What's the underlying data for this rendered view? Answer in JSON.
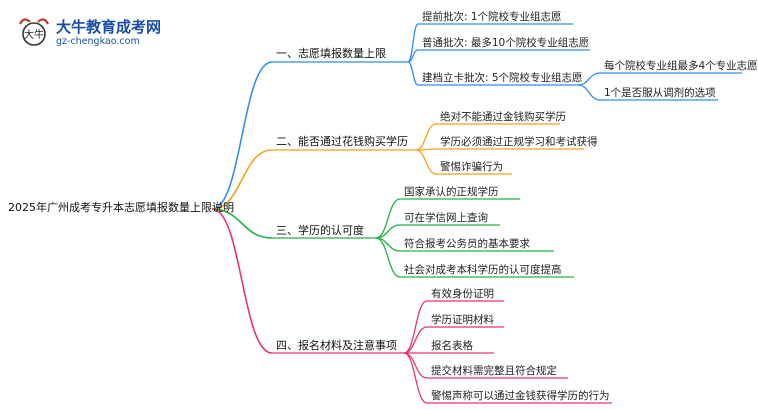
{
  "logo": {
    "title": "大牛教育成考网",
    "url": "gz-chengkao.com",
    "mark": "大牛"
  },
  "root": "2025年广州成考专升本志愿填报数量上限说明",
  "colors": {
    "s1": "#2f8ef0",
    "s2": "#f2a21a",
    "s3": "#25b14a",
    "s4": "#e8346a"
  },
  "sections": [
    {
      "label": "一、志愿填报数量上限",
      "children": [
        {
          "label": "提前批次: 1个院校专业组志愿"
        },
        {
          "label": "普通批次: 最多10个院校专业组志愿"
        },
        {
          "label": "建档立卡批次: 5个院校专业组志愿",
          "children": [
            {
              "label": "每个院校专业组最多4个专业志愿"
            },
            {
              "label": "1个是否服从调剂的选项"
            }
          ]
        }
      ]
    },
    {
      "label": "二、能否通过花钱购买学历",
      "children": [
        {
          "label": "绝对不能通过金钱购买学历"
        },
        {
          "label": "学历必须通过正规学习和考试获得"
        },
        {
          "label": "警惕诈骗行为"
        }
      ]
    },
    {
      "label": "三、学历的认可度",
      "children": [
        {
          "label": "国家承认的正规学历"
        },
        {
          "label": "可在学信网上查询"
        },
        {
          "label": "符合报考公务员的基本要求"
        },
        {
          "label": "社会对成考本科学历的认可度提高"
        }
      ]
    },
    {
      "label": "四、报名材料及注意事项",
      "children": [
        {
          "label": "有效身份证明"
        },
        {
          "label": "学历证明材料"
        },
        {
          "label": "报名表格"
        },
        {
          "label": "提交材料需完整且符合规定"
        },
        {
          "label": "警惕声称可以通过金钱获得学历的行为"
        }
      ]
    }
  ]
}
